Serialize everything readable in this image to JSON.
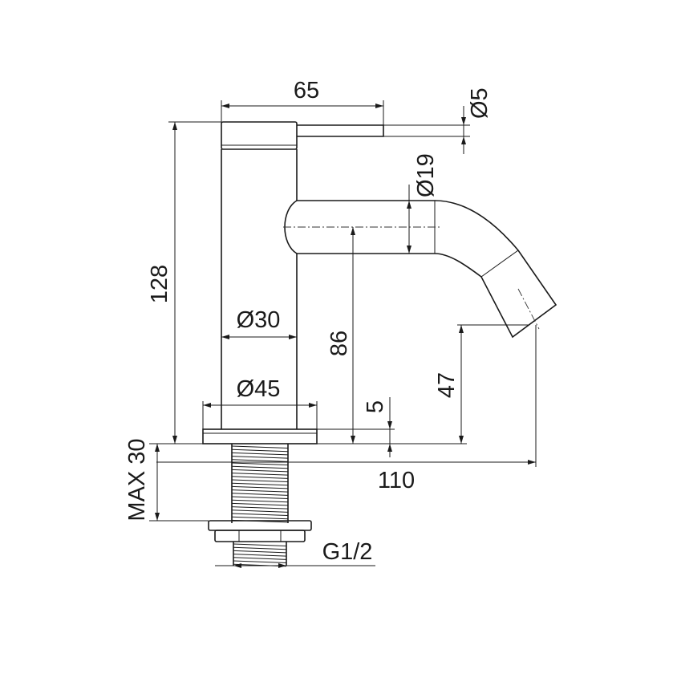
{
  "dimensions": {
    "spout_length": "65",
    "lever_diameter": "Ø5",
    "spout_diameter": "Ø19",
    "total_height": "128",
    "body_diameter": "Ø30",
    "spout_axis_height": "86",
    "base_diameter": "Ø45",
    "base_thickness": "5",
    "outlet_height": "47",
    "reach": "110",
    "max_deck_thickness": "MAX 30",
    "thread": "G1/2"
  },
  "colors": {
    "line": "#1a1a1a",
    "background": "#ffffff"
  }
}
